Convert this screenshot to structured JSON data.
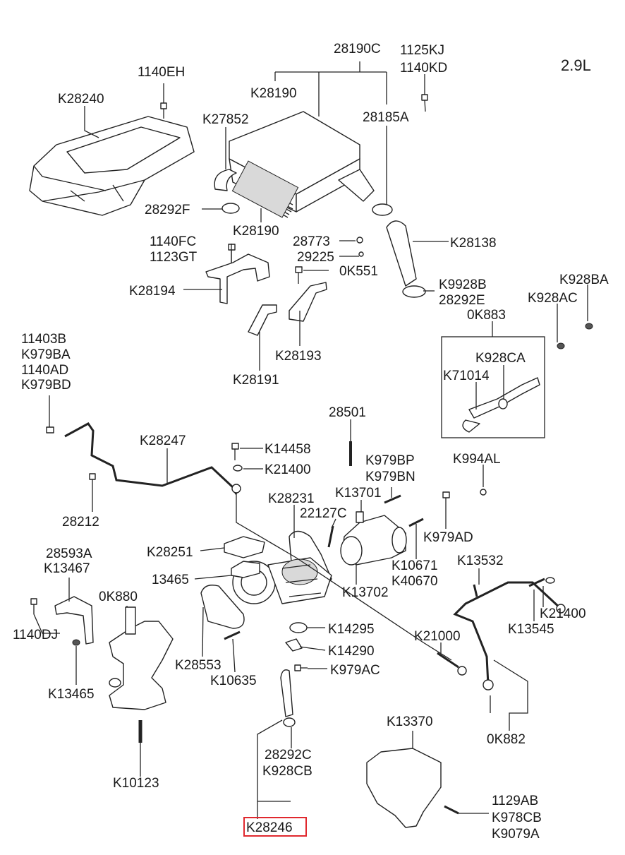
{
  "engine_label": "2.9L",
  "highlight_color": "#e0282e",
  "labels": {
    "p28190C": "28190C",
    "p1125KJ": "1125KJ",
    "p1140KD": "1140KD",
    "p1140EH": "1140EH",
    "pK28190a": "K28190",
    "pK28240": "K28240",
    "pK27852": "K27852",
    "p28185A": "28185A",
    "p28292F": "28292F",
    "pK28190b": "K28190",
    "p1140FC": "1140FC",
    "p1123GT": "1123GT",
    "p28773": "28773",
    "p29225": "29225",
    "p0K551": "0K551",
    "pK28138": "K28138",
    "pK28194": "K28194",
    "pK9928B": "K9928B",
    "p28292E": "28292E",
    "pK928BA": "K928BA",
    "pK928AC": "K928AC",
    "p0K883": "0K883",
    "pK28193": "K28193",
    "pK28191": "K28191",
    "p11403B": "11403B",
    "pK979BA": "K979BA",
    "p1140AD": "1140AD",
    "pK979BD": "K979BD",
    "pK928CA": "K928CA",
    "pK71014": "K71014",
    "p28501": "28501",
    "pK28247": "K28247",
    "pK14458": "K14458",
    "pK21400a": "K21400",
    "pK979BP": "K979BP",
    "pK979BN": "K979BN",
    "pK994AL": "K994AL",
    "pK13701": "K13701",
    "pK28231": "K28231",
    "p22127C": "22127C",
    "p28212": "28212",
    "pK979AD": "K979AD",
    "pK28251": "K28251",
    "p28593A": "28593A",
    "pK13467": "K13467",
    "pK10671": "K10671",
    "pK13532": "K13532",
    "pK40670": "K40670",
    "p13465": "13465",
    "pK13702": "K13702",
    "p0K880": "0K880",
    "pK21400b": "K21400",
    "p1140DJ": "1140DJ",
    "pK13545": "K13545",
    "pK14295": "K14295",
    "pK21000": "K21000",
    "pK14290": "K14290",
    "pK28553": "K28553",
    "pK979AC": "K979AC",
    "pK10635": "K10635",
    "pK13465": "K13465",
    "pK13370": "K13370",
    "p0K882": "0K882",
    "p28292C": "28292C",
    "pK928CB": "K928CB",
    "pK10123": "K10123",
    "p1129AB": "1129AB",
    "pK978CB": "K978CB",
    "pK28246": "K28246",
    "pK9079A": "K9079A"
  }
}
